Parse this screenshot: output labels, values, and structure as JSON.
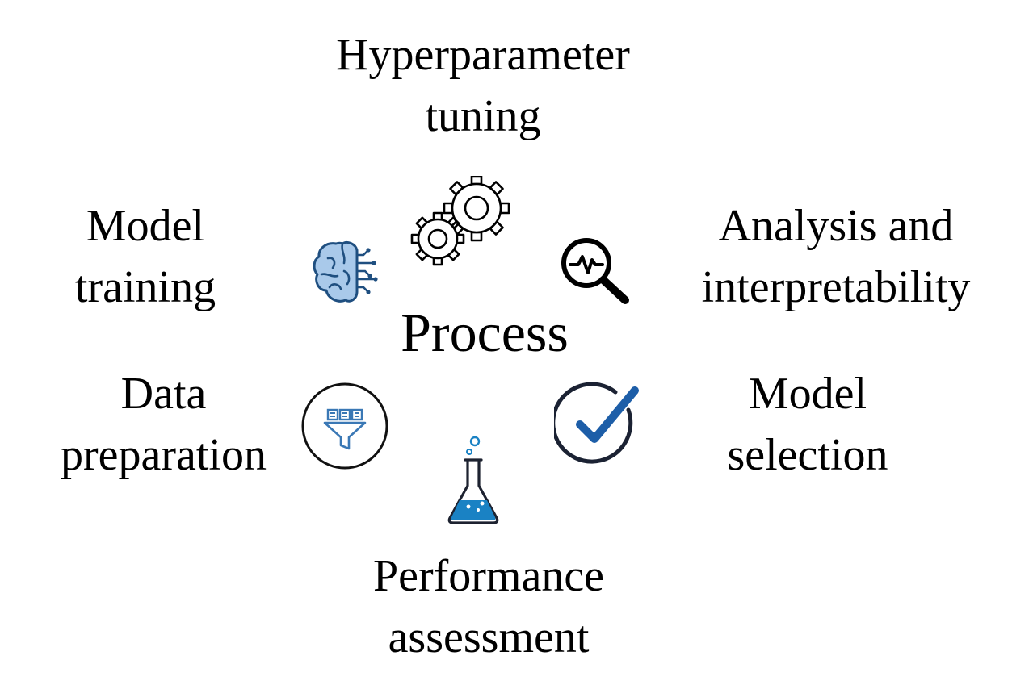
{
  "center": {
    "label": "Process"
  },
  "stages": {
    "hyperparameter": {
      "line1": "Hyperparameter",
      "line2": "tuning",
      "icon": "gears-icon"
    },
    "analysis": {
      "line1": "Analysis and",
      "line2": "interpretability",
      "icon": "magnifier-pulse-icon"
    },
    "selection": {
      "line1": "Model",
      "line2": "selection",
      "icon": "checkmark-circle-icon"
    },
    "performance": {
      "line1": "Performance",
      "line2": "assessment",
      "icon": "flask-icon"
    },
    "data": {
      "line1": "Data",
      "line2": "preparation",
      "icon": "data-filter-icon"
    },
    "training": {
      "line1": "Model",
      "line2": "training",
      "icon": "brain-icon"
    }
  },
  "colors": {
    "text": "#000000",
    "background": "#ffffff",
    "brain_fill": "#a9c9ea",
    "brain_stroke": "#1f4f80",
    "check_blue": "#1d5ea8",
    "check_ring": "#1b2233",
    "flask_liquid": "#1a82c4",
    "filter_blue": "#3a78b5"
  }
}
